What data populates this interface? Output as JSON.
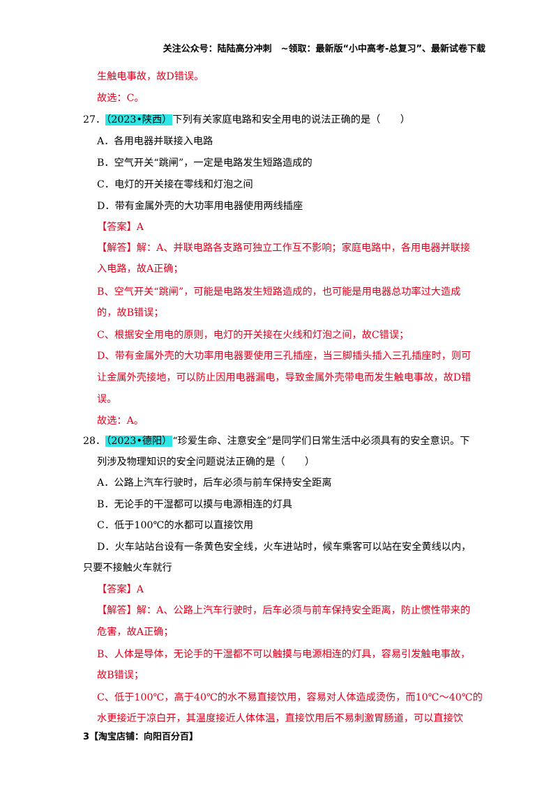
{
  "header": "关注公众号：陆陆高分冲刺　~领取：最新版“小中高考-总复习”、最新试卷下载",
  "lines": [
    {
      "text": "生触电事故，故D错误。",
      "red": true
    },
    {
      "text": "故选：C。",
      "red": true
    },
    {
      "num": "27．",
      "tag": "（2023•陕西）",
      "text": "下列有关家庭电路和安全用电的说法正确的是（　　）"
    },
    {
      "text": "A．各用电器并联接入电路"
    },
    {
      "text": "B．空气开关“跳闸”，一定是电路发生短路造成的"
    },
    {
      "text": "C．电灯的开关接在零线和灯泡之间"
    },
    {
      "text": "D．带有金属外壳的大功率用电器使用两线插座"
    },
    {
      "text": "【答案】A",
      "red": true
    },
    {
      "text": "【解答】解：A、并联电路各支路可独立工作互不影响；家庭电路中，各用电器并联接",
      "red": true
    },
    {
      "text": "入电路，故A正确；",
      "red": true
    },
    {
      "text": "B、空气开关“跳闸”，可能是电路发生短路造成的，也可能是用电器总功率过大造成",
      "red": true
    },
    {
      "text": "的，故B错误；",
      "red": true
    },
    {
      "text": "C、根据安全用电的原则，电灯的开关接在火线和灯泡之间，故C错误；",
      "red": true
    },
    {
      "text": "D、带有金属外壳的大功率用电器要使用三孔插座，当三脚插头插入三孔插座时，则可",
      "red": true
    },
    {
      "text": "让金属外壳接地，可以防止因用电器漏电，导致金属外壳带电而发生触电事故，故D错",
      "red": true
    },
    {
      "text": "误。",
      "red": true
    },
    {
      "text": "故选：A。",
      "red": true
    },
    {
      "num": "28．",
      "tag": "（2023•德阳）",
      "text": "“珍爱生命、注意安全”是同学们日常生活中必须具有的安全意识。下"
    },
    {
      "text": "列涉及物理知识的安全问题说法正确的是（　　）"
    },
    {
      "text": "A．公路上汽车行驶时，后车必须与前车保持安全距离"
    },
    {
      "text": "B．无论手的干湿都可以摸与电源相连的灯具"
    },
    {
      "text": "C．低于100℃的水都可以直接饮用"
    },
    {
      "text": "D．火车站站台设有一条黄色安全线，火车进站时，候车乘客可以站在安全黄线以内，"
    },
    {
      "text": "只要不接触火车就行"
    },
    {
      "text": "【答案】A",
      "red": true
    },
    {
      "text": "【解答】解：A、公路上汽车行驶时，后车必须与前车保持安全距离，防止惯性带来的",
      "red": true
    },
    {
      "text": "危害，故A正确；",
      "red": true
    },
    {
      "text": "B、人体是导体，无论手的干湿都不可以触摸与电源相连的灯具，容易引发触电事故，",
      "red": true
    },
    {
      "text": "故B错误；",
      "red": true
    },
    {
      "text": "C、低于100℃，高于40℃的水不易直接饮用，容易对人体造成烫伤，而10℃～40℃的",
      "red": true
    },
    {
      "text": "水更接近于凉白开，其温度接近人体体温，直接饮用后不易刺激胃肠道，可以直接饮",
      "red": true
    }
  ],
  "footer": "3【淘宝店铺：向阳百分百】"
}
